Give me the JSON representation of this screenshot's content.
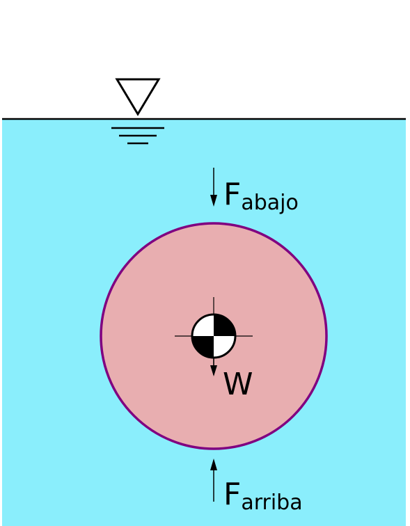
{
  "labels": {
    "force_down_main": "F",
    "force_down_sub": "abajo",
    "weight": "W",
    "force_up_main": "F",
    "force_up_sub": "arriba"
  },
  "icons": {
    "free_surface": "water-level-triangle-icon",
    "center_of_gravity": "center-of-gravity-icon"
  },
  "colors": {
    "water": "#8aeefc",
    "body_fill": "#e8aeb0",
    "body_stroke": "#800080",
    "line": "#000000"
  }
}
